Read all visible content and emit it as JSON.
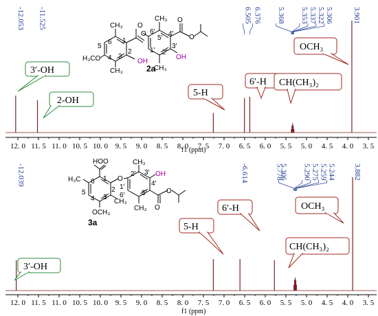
{
  "chart_data": [
    {
      "type": "line",
      "compound": "2a",
      "xlabel": "f1 (ppm)",
      "xlim": [
        12.3,
        3.3
      ],
      "xticks": [
        12.0,
        11.5,
        11.0,
        10.5,
        10.0,
        9.5,
        9.0,
        8.5,
        8.0,
        7.5,
        7.0,
        6.5,
        6.0,
        5.5,
        5.0,
        4.5,
        4.0,
        3.5
      ],
      "xtick_labels": [
        "12. 0",
        "11. 5",
        "11. 0",
        "10. 5",
        "10. 0",
        "9. 5",
        "9. 0",
        "8. 5",
        "8. 0",
        "7. 5",
        "7. 0",
        "6. 5",
        "6. 0",
        "5. 5",
        "5. 0",
        "4. 5",
        "4. 0",
        "3. 5"
      ],
      "peak_labels": [
        "-12.053",
        "-11.525",
        "6.505",
        "6.376",
        "5.368",
        "5.353",
        "5.337",
        "5.322",
        "5.306",
        "3.901"
      ],
      "peaks": [
        {
          "ppm": 12.053,
          "height": 0.32
        },
        {
          "ppm": 11.525,
          "height": 0.28
        },
        {
          "ppm": 7.26,
          "height": 0.17
        },
        {
          "ppm": 6.505,
          "height": 0.3
        },
        {
          "ppm": 6.376,
          "height": 0.31
        },
        {
          "ppm": 5.368,
          "height": 0.03
        },
        {
          "ppm": 5.353,
          "height": 0.06
        },
        {
          "ppm": 5.337,
          "height": 0.08
        },
        {
          "ppm": 5.322,
          "height": 0.06
        },
        {
          "ppm": 5.306,
          "height": 0.03
        },
        {
          "ppm": 3.901,
          "height": 0.97
        }
      ],
      "annotations": [
        "3′-OH",
        "2-OH",
        "5-H",
        "6′-H",
        "CH(CH₃)₂",
        "OCH₃"
      ]
    },
    {
      "type": "line",
      "compound": "3a",
      "xlabel": "f1 (ppm)",
      "xlim": [
        12.3,
        3.3
      ],
      "xticks": [
        12.0,
        11.5,
        11.0,
        10.5,
        10.0,
        9.5,
        9.0,
        8.5,
        8.0,
        7.5,
        7.0,
        6.5,
        6.0,
        5.5,
        5.0,
        4.5,
        4.0,
        3.5
      ],
      "xtick_labels": [
        "12. 0",
        "11. 5",
        "11. 0",
        "10. 5",
        "10. 0",
        "9. 5",
        "9. 0",
        "8. 5",
        "8. 0",
        "7. 5",
        "7. 0",
        "6. 5",
        "6. 0",
        "5. 5",
        "5. 0",
        "4. 5",
        "4. 0",
        "3. 5"
      ],
      "peak_labels": [
        "-12.039",
        "-6.614",
        "5.778",
        "5.306",
        "5.290",
        "5.275",
        "5.259",
        "5.244",
        "3.882"
      ],
      "peaks": [
        {
          "ppm": 12.039,
          "height": 0.26
        },
        {
          "ppm": 7.26,
          "height": 0.27
        },
        {
          "ppm": 6.614,
          "height": 0.27
        },
        {
          "ppm": 5.778,
          "height": 0.26
        },
        {
          "ppm": 5.306,
          "height": 0.05
        },
        {
          "ppm": 5.29,
          "height": 0.09
        },
        {
          "ppm": 5.275,
          "height": 0.11
        },
        {
          "ppm": 5.259,
          "height": 0.09
        },
        {
          "ppm": 5.244,
          "height": 0.05
        },
        {
          "ppm": 3.882,
          "height": 0.97
        }
      ],
      "annotations": [
        "3′-OH",
        "5-H",
        "6′-H",
        "CH(CH₃)₂",
        "OCH₃"
      ]
    }
  ],
  "structures": {
    "s2a": {
      "name": "2a",
      "atoms": [
        "H₃CO",
        "OH",
        "OH",
        "O",
        "O",
        "O",
        "CH₃",
        "CH₃",
        "CH₃",
        "CH₃"
      ],
      "numbers": [
        "6",
        "5",
        "4",
        "3",
        "2",
        "1",
        "6′",
        "5′",
        "4′",
        "3′",
        "2′",
        "1′"
      ]
    },
    "s3a": {
      "name": "3a",
      "atoms": [
        "H₃C",
        "OCH₃",
        "OH",
        "O",
        "HO",
        "O",
        "O",
        "O",
        "CH₃",
        "CH₃",
        "CH₃"
      ],
      "numbers": [
        "6",
        "5",
        "4",
        "3",
        "2",
        "1",
        "2′",
        "3′",
        "4′",
        "5′",
        "6′",
        "1′"
      ]
    }
  },
  "colors": {
    "spectrum": "#7a2020",
    "peak_label": "#1f3a93",
    "box_red": "#a0281e",
    "box_green": "#2e8b3c",
    "heteroatom": "#a000a0"
  }
}
